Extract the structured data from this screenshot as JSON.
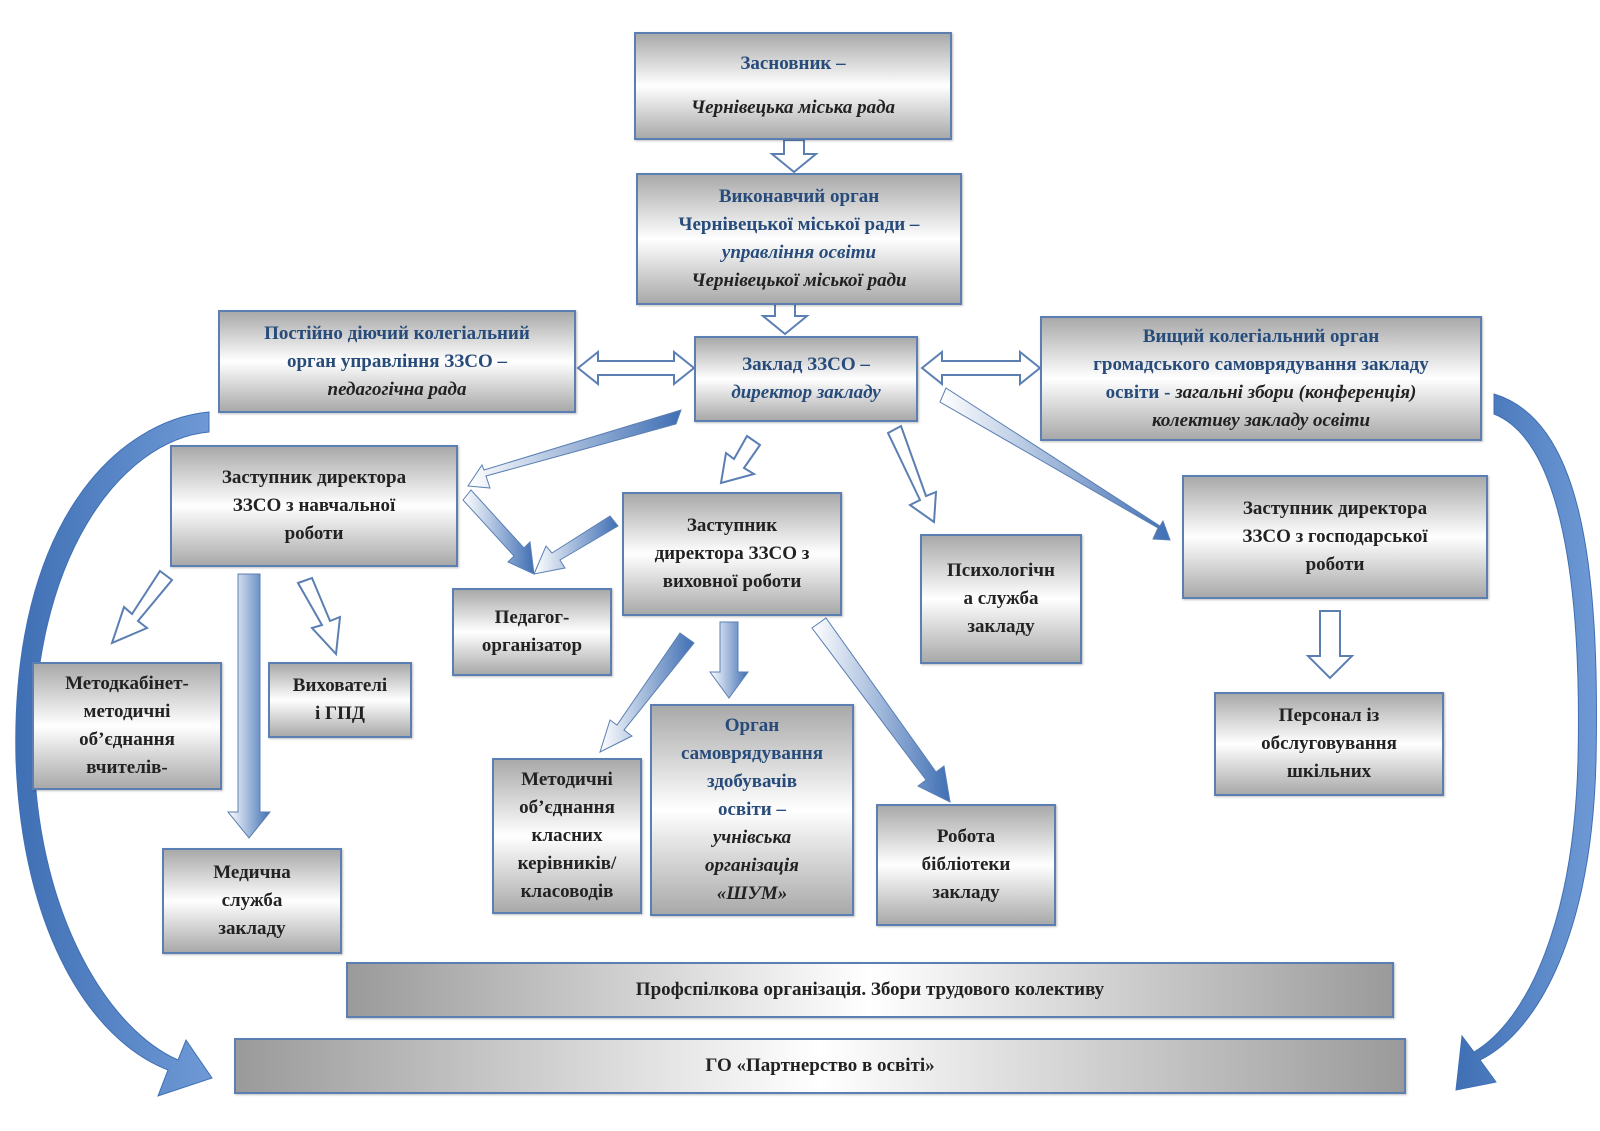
{
  "colors": {
    "box_border": "#5b7fb3",
    "accent_text": "#274b7a",
    "arrow_fill": "#6b8fc6"
  },
  "founder": {
    "line1": "Засновник –",
    "line2": "Чернівецька міська рада"
  },
  "exec_body": {
    "line1": "Виконавчий орган",
    "line2": "Чернівецької міської ради –",
    "line3": "управління освіти",
    "line4": "Чернівецької міської ради"
  },
  "ped_council": {
    "line1": "Постійно діючий колегіальний",
    "line2": "орган  управління ЗЗСО –",
    "line3": "педагогічна рада"
  },
  "director": {
    "line1": "Заклад ЗЗСО –",
    "line2": "директор закладу"
  },
  "general_assembly": {
    "line1": "Вищий колегіальний орган",
    "line2": "громадського самоврядування закладу",
    "line3a": "освіти - ",
    "line3b": "загальні збори (конференція)",
    "line4": "колективу закладу освіти"
  },
  "deputy_edu": {
    "line1": "Заступник директора",
    "line2": "ЗЗСО з навчальної",
    "line3": "роботи"
  },
  "deputy_upbringing": {
    "line1": "Заступник",
    "line2": "директора ЗЗСО з",
    "line3": "виховної роботи"
  },
  "psych_service": {
    "line1": "Психологічн",
    "line2": "а служба",
    "line3": "закладу"
  },
  "deputy_econ": {
    "line1": "Заступник директора",
    "line2": "ЗЗСО з господарської",
    "line3": "роботи"
  },
  "ped_organizer": {
    "line1": "Педагог-",
    "line2": "організатор"
  },
  "method_cabinet": {
    "line1": "Методкабінет-",
    "line2": "методичні",
    "line3": "об’єднання",
    "line4": "вчителів-"
  },
  "gpd_educators": {
    "line1": "Вихователі",
    "line2": "і ГПД"
  },
  "method_class": {
    "line1": "Методичні",
    "line2": "об’єднання",
    "line3": "класних",
    "line4": "керівників/",
    "line5": "класоводів"
  },
  "student_gov": {
    "line1": "Орган",
    "line2": "самоврядування",
    "line3": "здобувачів",
    "line4": "освіти –",
    "line5": "учнівська",
    "line6": "організація",
    "line7": "«ШУМ»"
  },
  "library": {
    "line1": "Робота",
    "line2": "бібліотеки",
    "line3": "закладу"
  },
  "medical": {
    "line1": "Медична",
    "line2": "служба",
    "line3": "закладу"
  },
  "service_staff": {
    "line1": "Персонал із",
    "line2": "обслуговування",
    "line3": "шкільних"
  },
  "union": {
    "label": "Профспілкова організація. Збори трудового колективу"
  },
  "ngo": {
    "label": "ГО «Партнерство в освіті»"
  }
}
